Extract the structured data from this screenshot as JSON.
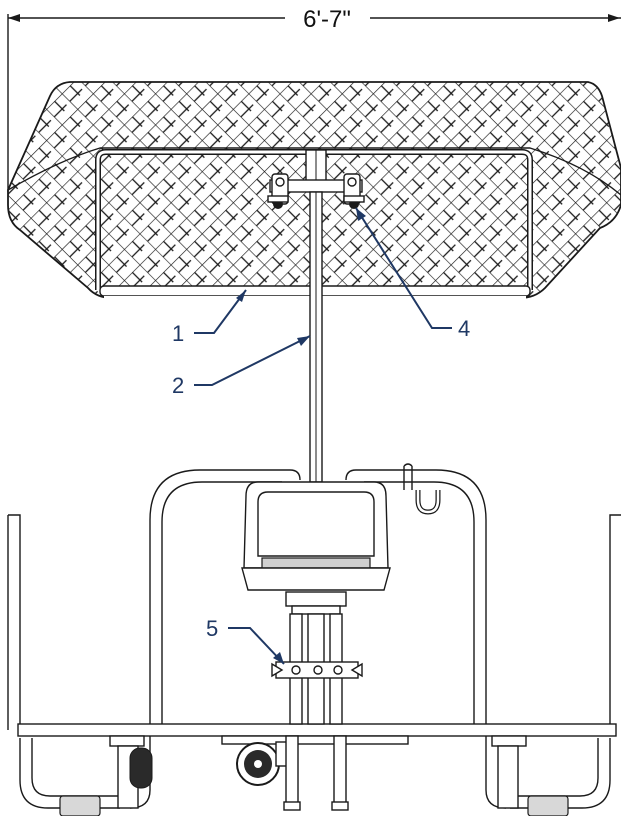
{
  "diagram": {
    "overall_width_label": "6'-7\"",
    "callouts": [
      {
        "number": "1"
      },
      {
        "number": "2"
      },
      {
        "number": "4"
      },
      {
        "number": "5"
      }
    ],
    "colors": {
      "line": "#1a1a1a",
      "callout": "#1f3864",
      "background": "#ffffff"
    }
  }
}
